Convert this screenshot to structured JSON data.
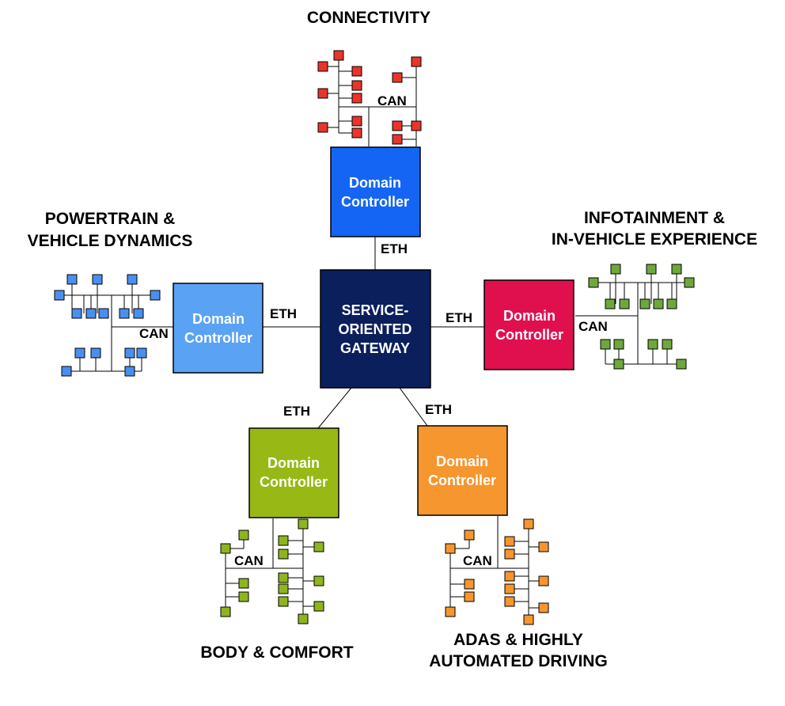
{
  "gateway": {
    "lines": [
      "SERVICE-",
      "ORIENTED",
      "GATEWAY"
    ],
    "color": "#0a1f5c"
  },
  "bus_labels": {
    "eth": "ETH",
    "can": "CAN"
  },
  "domains": [
    {
      "id": "connectivity",
      "title": [
        "CONNECTIVITY"
      ],
      "controller": [
        "Domain",
        "Controller"
      ],
      "color": "#1565f5",
      "node_color": "#e8352b"
    },
    {
      "id": "powertrain",
      "title": [
        "POWERTRAIN &",
        "VEHICLE DYNAMICS"
      ],
      "controller": [
        "Domain",
        "Controller"
      ],
      "color": "#5aa2f4",
      "node_color": "#4a8ff0"
    },
    {
      "id": "infotainment",
      "title": [
        "INFOTAINMENT &",
        "IN-VEHICLE EXPERIENCE"
      ],
      "controller": [
        "Domain",
        "Controller"
      ],
      "color": "#e0104f",
      "node_color": "#6ea83c"
    },
    {
      "id": "body",
      "title": [
        "BODY & COMFORT"
      ],
      "controller": [
        "Domain",
        "Controller"
      ],
      "color": "#97b815",
      "node_color": "#8fb51e"
    },
    {
      "id": "adas",
      "title": [
        "ADAS & HIGHLY",
        "AUTOMATED DRIVING"
      ],
      "controller": [
        "Domain",
        "Controller"
      ],
      "color": "#f5962f",
      "node_color": "#f5962f"
    }
  ]
}
